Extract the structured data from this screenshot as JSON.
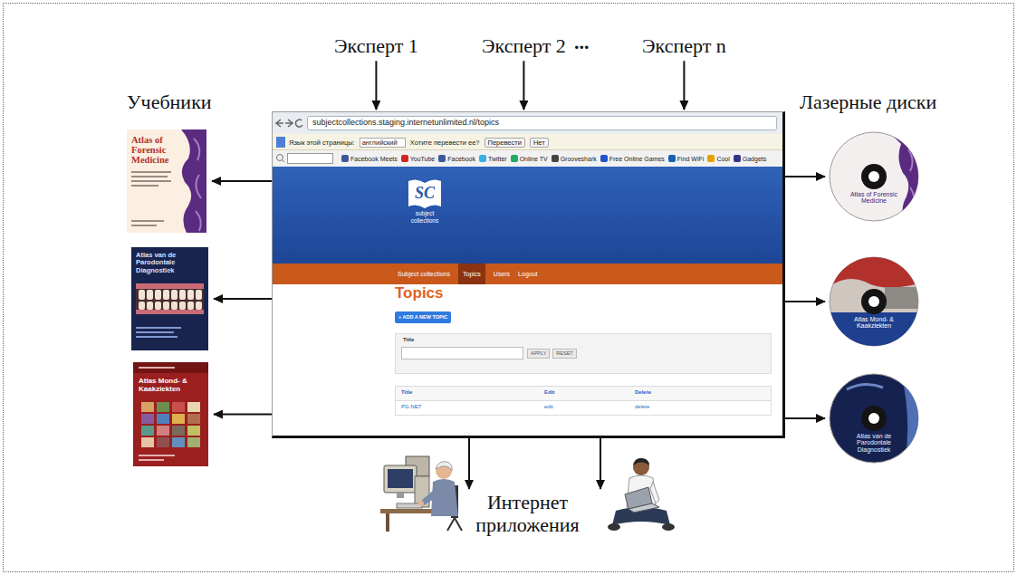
{
  "diagram": {
    "nodes": [
      {
        "text": [
          "Эксперт 1"
        ]
      },
      {
        "text": [
          "Эксперт 2"
        ]
      },
      {
        "text": [
          "Эксперт n"
        ]
      },
      {
        "text": [
          "subjectcollections.staging.internetunlimited.nl/topics"
        ]
      },
      {
        "text": [
          "Atlas of Forensic Medicine"
        ]
      },
      {
        "text": [
          "Atlas van de Parodontale Diagnostiek"
        ]
      },
      {
        "text": [
          "Atlas Mond- & Kaakziekten"
        ]
      },
      {
        "text": [
          "Atlas of Forensic Medicine"
        ]
      },
      {
        "text": [
          "Atlas Mond- & Kaakziekten"
        ]
      },
      {
        "text": [
          "Atlas van de Parodontale Diagnostiek"
        ]
      },
      {
        "text": [
          "Интернет приложения"
        ]
      }
    ],
    "edges": [
      {
        "from": 0,
        "to": 3,
        "arrow": "to"
      },
      {
        "from": 1,
        "to": 3,
        "arrow": "to"
      },
      {
        "from": 2,
        "to": 3,
        "arrow": "to"
      },
      {
        "from": 3,
        "to": 4,
        "arrow": "to"
      },
      {
        "from": 3,
        "to": 5,
        "arrow": "to"
      },
      {
        "from": 3,
        "to": 6,
        "arrow": "to"
      },
      {
        "from": 3,
        "to": 7,
        "arrow": "to"
      },
      {
        "from": 3,
        "to": 8,
        "arrow": "to"
      },
      {
        "from": 3,
        "to": 9,
        "arrow": "to"
      },
      {
        "from": 3,
        "to": 10,
        "arrow": "to"
      },
      {
        "from": 3,
        "to": 10,
        "arrow": "to"
      }
    ],
    "labels": [
      "...",
      "Учебники",
      "Лазерные диски",
      "Язык этой страницы:",
      "английский",
      "Хотите перевести ее?",
      "Перевести",
      "Нет",
      "Facebook Meets",
      "YouTube",
      "Facebook",
      "Twitter",
      "Online TV",
      "Grooveshark",
      "Free Online Games",
      "Find WiFi",
      "Cool",
      "Gadgets",
      "SC",
      "subject",
      "collections",
      "Subject collections",
      "Topics",
      "Users",
      "Logout",
      "Topics",
      "+ ADD A NEW TOPIC",
      "Title",
      "APPLY",
      "RESET",
      "Title",
      "Edit",
      "Delete",
      "PG.NET",
      "edit",
      "delete"
    ]
  }
}
